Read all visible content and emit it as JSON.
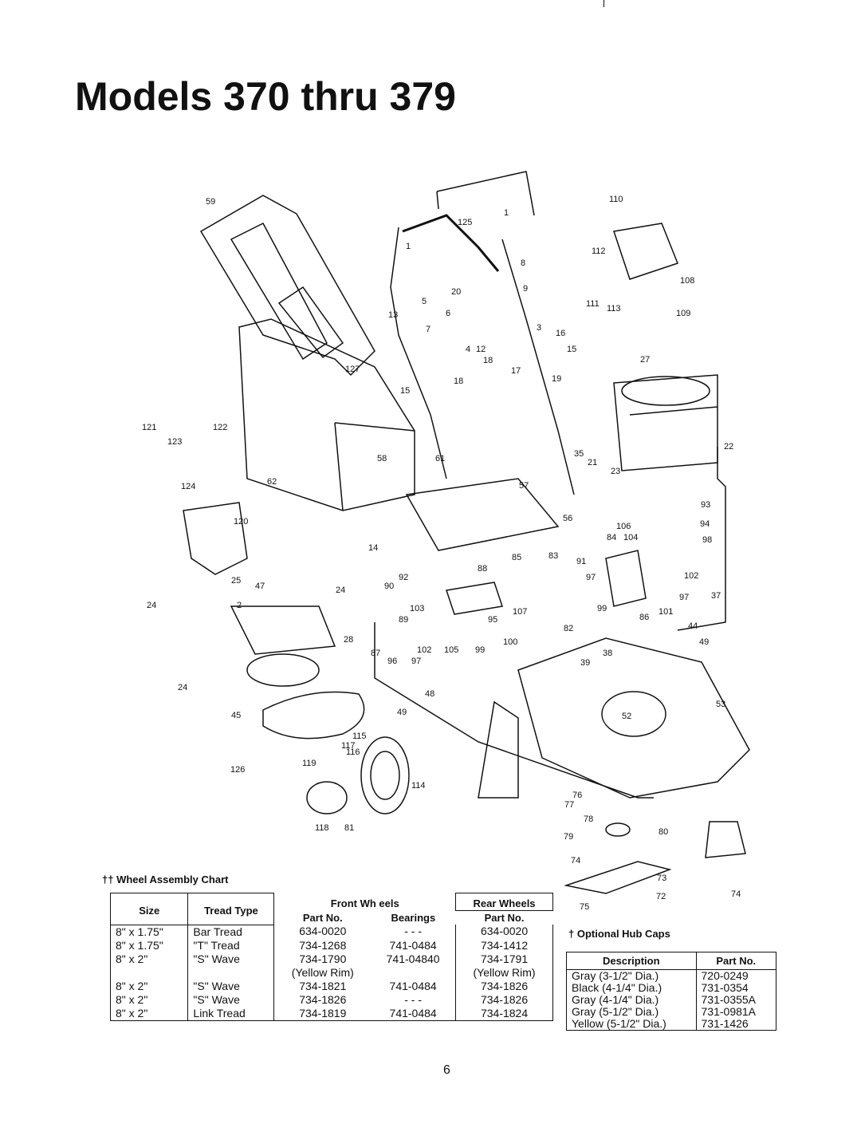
{
  "page": {
    "title": "Models 370 thru 379",
    "page_number": "6"
  },
  "diagram": {
    "callouts": [
      "59",
      "110",
      "125",
      "1",
      "1",
      "112",
      "108",
      "111",
      "113",
      "109",
      "8",
      "9",
      "20",
      "5",
      "6",
      "3",
      "16",
      "13",
      "7",
      "4",
      "12",
      "15",
      "18",
      "17",
      "19",
      "27",
      "127",
      "15",
      "18",
      "121",
      "122",
      "123",
      "58",
      "61",
      "62",
      "35",
      "21",
      "23",
      "22",
      "124",
      "57",
      "93",
      "120",
      "56",
      "106",
      "84",
      "104",
      "94",
      "98",
      "14",
      "85",
      "83",
      "91",
      "92",
      "88",
      "90",
      "97",
      "102",
      "103",
      "107",
      "99",
      "101",
      "86",
      "37",
      "97",
      "89",
      "95",
      "82",
      "44",
      "25",
      "47",
      "24",
      "2",
      "24",
      "28",
      "100",
      "87",
      "102",
      "105",
      "99",
      "49",
      "96",
      "97",
      "39",
      "38",
      "48",
      "24",
      "49",
      "53",
      "52",
      "45",
      "115",
      "117",
      "116",
      "126",
      "119",
      "114",
      "76",
      "77",
      "78",
      "80",
      "79",
      "118",
      "81",
      "74",
      "73",
      "72",
      "75",
      "74"
    ]
  },
  "wheel_chart": {
    "title": "†† Wheel Assembly Chart",
    "headers": {
      "size": "Size",
      "tread_type": "Tread Type",
      "front_wheels": "Front Wh eels",
      "front_part": "Part No.",
      "bearings": "Bearings",
      "rear_wheels": "Rear Wheels",
      "rear_part": "Part No."
    },
    "rows": [
      {
        "size": "8\" x 1.75\"",
        "tread": "Bar Tread",
        "front": "634-0020",
        "bearings": "- - -",
        "rear": "634-0020"
      },
      {
        "size": "8\" x 1.75\"",
        "tread": "\"T\" Tread",
        "front": "734-1268",
        "bearings": "741-0484",
        "rear": "734-1412"
      },
      {
        "size": "8\" x 2\"",
        "tread": "\"S\" Wave",
        "front": "734-1790",
        "bearings": "741-04840",
        "rear": "734-1791"
      },
      {
        "size": "",
        "tread": "",
        "front": "(Yellow Rim)",
        "bearings": "",
        "rear": "(Yellow Rim)"
      },
      {
        "size": "8\" x 2\"",
        "tread": "\"S\" Wave",
        "front": "734-1821",
        "bearings": "741-0484",
        "rear": "734-1826"
      },
      {
        "size": "8\" x 2\"",
        "tread": "\"S\" Wave",
        "front": "734-1826",
        "bearings": "- - -",
        "rear": "734-1826"
      },
      {
        "size": "8\" x 2\"",
        "tread": "Link Tread",
        "front": "734-1819",
        "bearings": "741-0484",
        "rear": "734-1824"
      }
    ]
  },
  "hub_caps": {
    "title": "† Optional Hub Caps",
    "headers": {
      "description": "Description",
      "part": "Part No."
    },
    "rows": [
      {
        "description": "Gray (3-1/2\" Dia.)",
        "part": "720-0249"
      },
      {
        "description": "Black (4-1/4\" Dia.)",
        "part": "731-0354"
      },
      {
        "description": "Gray (4-1/4\" Dia.)",
        "part": "731-0355A"
      },
      {
        "description": "Gray (5-1/2\" Dia.)",
        "part": "731-0981A"
      },
      {
        "description": "Yellow (5-1/2\" Dia.)",
        "part": "731-1426"
      }
    ]
  }
}
